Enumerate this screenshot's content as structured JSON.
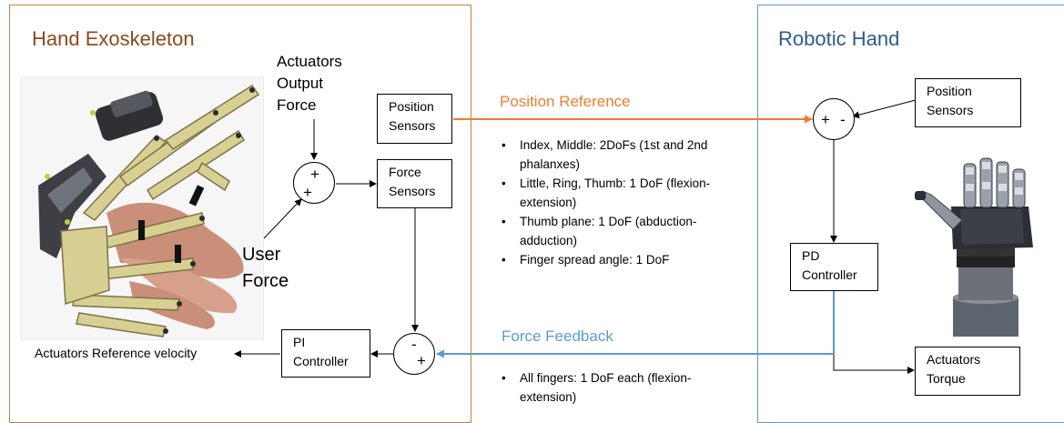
{
  "colors": {
    "exoskeleton": "#c0804a",
    "exoskeleton_title": "#8b4a1c",
    "robotic": "#5b9bd5",
    "robotic_title": "#2e5c8a",
    "position_reference": "#ed7d31",
    "force_feedback": "#5b9bd5"
  },
  "panels": {
    "exoskeleton": {
      "title": "Hand Exoskeleton"
    },
    "robotic_hand": {
      "title": "Robotic Hand"
    }
  },
  "blocks": {
    "position_sensors_exo": [
      "Position",
      "Sensors"
    ],
    "force_sensors": [
      "Force",
      "Sensors"
    ],
    "pi_controller": [
      "PI",
      "Controller"
    ],
    "position_sensors_robot": [
      "Position",
      "Sensors"
    ],
    "pd_controller": [
      "PD",
      "Controller"
    ],
    "actuators_torque": [
      "Actuators",
      "Torque"
    ]
  },
  "summing_junctions": {
    "force_sum": {
      "top": "+",
      "bottom": "+"
    },
    "feedback_sum": {
      "top": "-",
      "bottom": "+"
    },
    "robot_sum": {
      "left": "+",
      "right": "-"
    }
  },
  "labels": {
    "actuators_output_force": [
      "Actuators",
      "Output",
      "Force"
    ],
    "user_force": [
      "User",
      "Force"
    ],
    "actuators_reference_velocity": "Actuators Reference velocity"
  },
  "sections": {
    "position_reference": {
      "title": "Position Reference",
      "bullets": [
        [
          "Index, Middle: 2DoFs (1st and 2nd",
          "phalanxes)"
        ],
        [
          "Little, Ring, Thumb: 1 DoF (flexion-",
          "extension)"
        ],
        [
          "Thumb plane: 1 DoF (abduction-",
          "adduction)"
        ],
        [
          "Finger spread angle: 1 DoF"
        ]
      ]
    },
    "force_feedback": {
      "title": "Force Feedback",
      "bullets": [
        [
          "All fingers: 1 DoF each (flexion-",
          "extension)"
        ]
      ]
    }
  }
}
